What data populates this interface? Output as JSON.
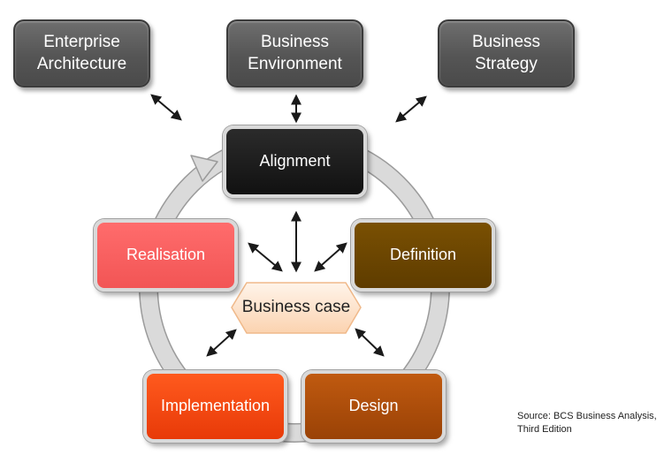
{
  "top_boxes": {
    "enterprise_architecture": "Enterprise Architecture",
    "business_environment": "Business Environment",
    "business_strategy": "Business Strategy"
  },
  "stages": {
    "alignment": "Alignment",
    "definition": "Definition",
    "design": "Design",
    "implementation": "Implementation",
    "realisation": "Realisation"
  },
  "center": {
    "label": "Business case"
  },
  "source": "Source: BCS Business Analysis, Third Edition",
  "colors": {
    "top_box": "#555555",
    "alignment": "#111111",
    "definition": "#6b4400",
    "design": "#a84a0a",
    "implementation": "#f2440f",
    "realisation": "#f75f5f",
    "business_case": "#fde0c4",
    "cycle_ring": "#d9d9d9",
    "arrows": "#1a1a1a"
  }
}
